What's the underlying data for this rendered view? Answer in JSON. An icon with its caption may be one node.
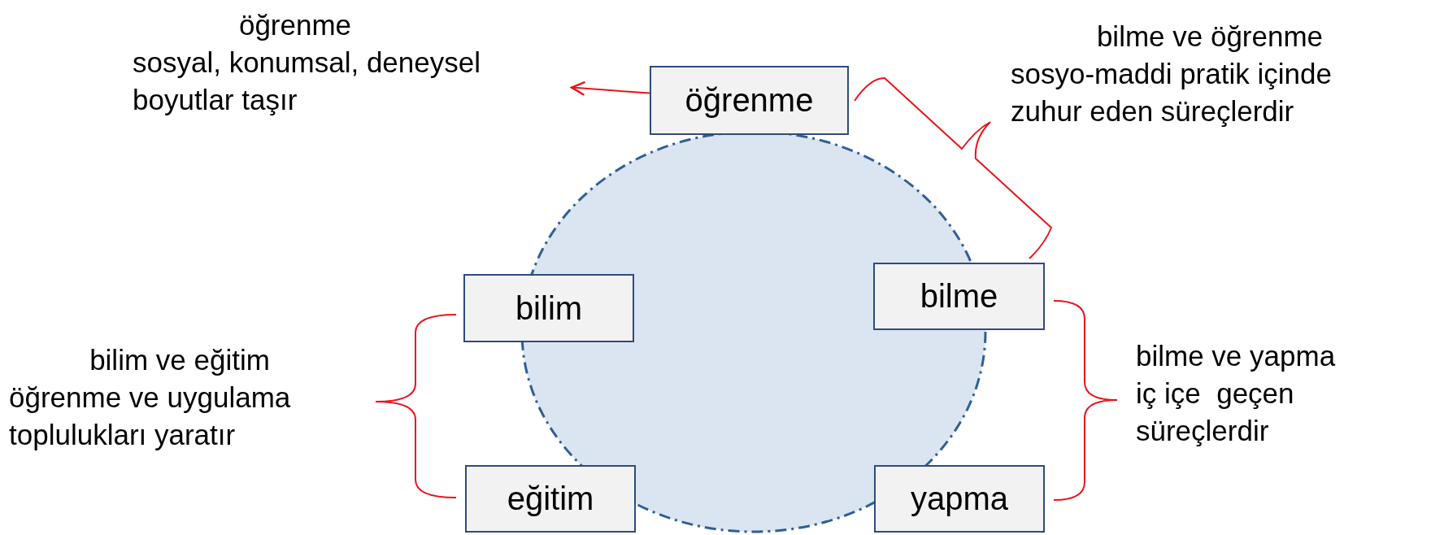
{
  "diagram": {
    "nodes": [
      {
        "text": [
          "öğrenme"
        ]
      },
      {
        "text": [
          "bilim"
        ]
      },
      {
        "text": [
          "bilme"
        ]
      },
      {
        "text": [
          "eğitim"
        ]
      },
      {
        "text": [
          "yapma"
        ]
      },
      {
        "text": [
          "öğrenme",
          "sosyal, konumsal, deneysel boyutlar taşır"
        ]
      }
    ],
    "edges": [
      {
        "from": 0,
        "to": 5,
        "arrow": "to",
        "color": "#e8141b"
      }
    ],
    "labels": [
      "bilme ve öğrenme",
      "sosyo-maddi pratik içinde zuhur eden süreçlerdir",
      "bilim ve eğitim",
      "öğrenme ve uygulama toplulukları yaratır",
      "bilme ve yapma iç içe  geçen süreçlerdir"
    ]
  }
}
